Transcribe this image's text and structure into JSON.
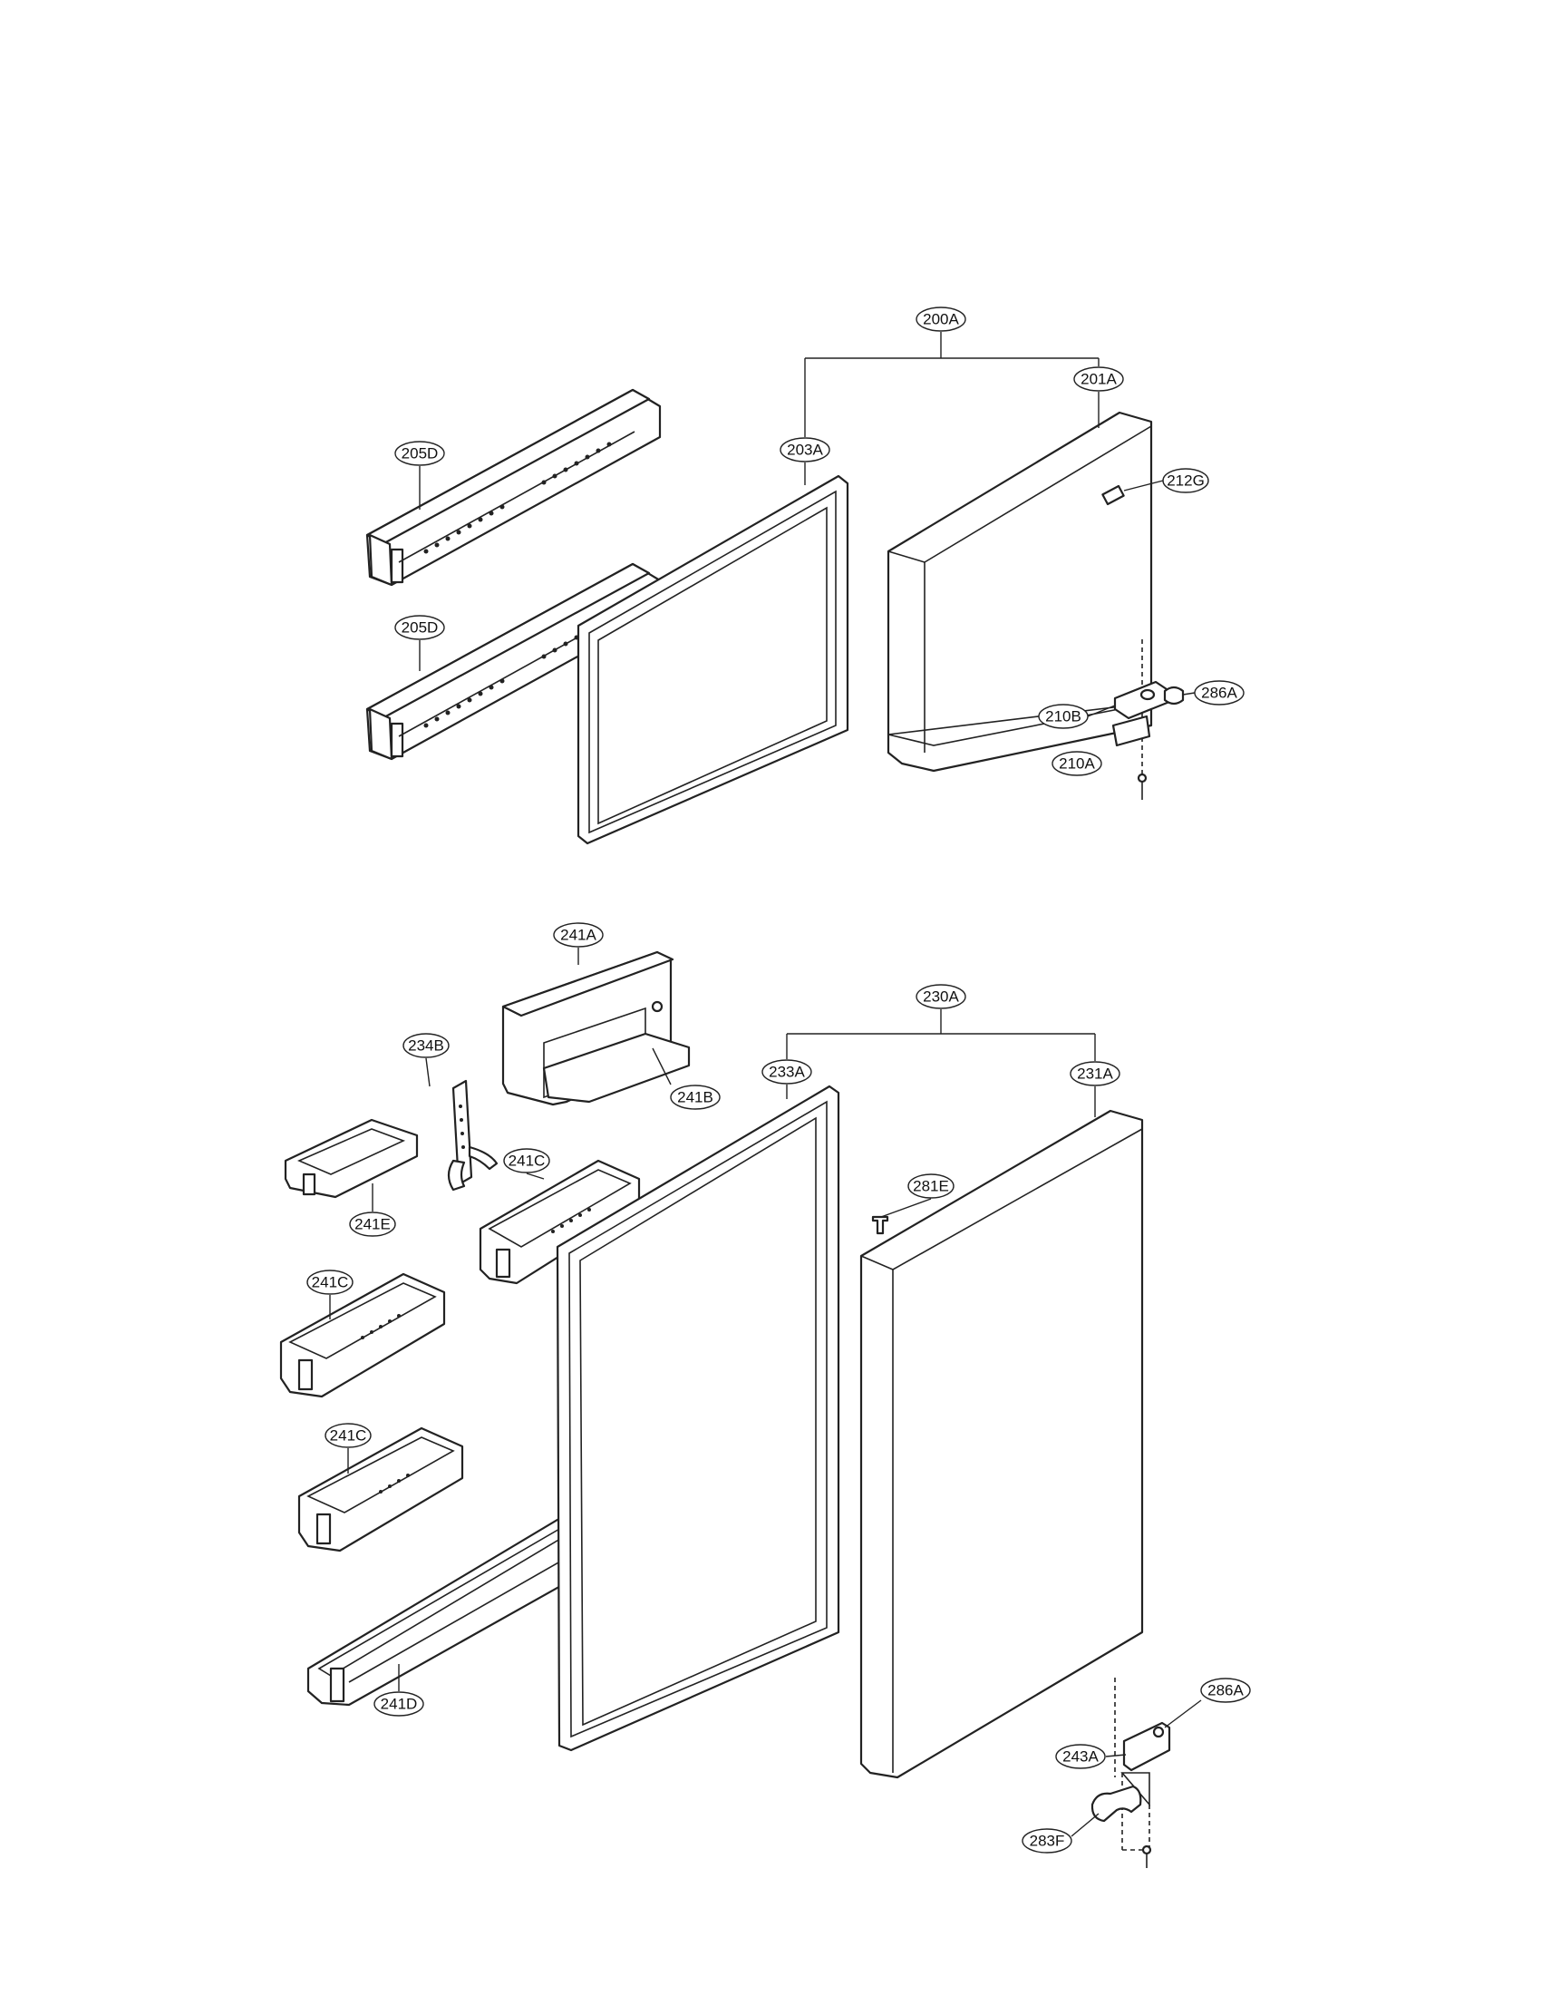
{
  "callouts": {
    "c200A": "200A",
    "c201A": "201A",
    "c203A": "203A",
    "c205D_1": "205D",
    "c205D_2": "205D",
    "c212G": "212G",
    "c286A_1": "286A",
    "c210B": "210B",
    "c210A": "210A",
    "c241A": "241A",
    "c230A": "230A",
    "c234B": "234B",
    "c233A": "233A",
    "c231A": "231A",
    "c241B": "241B",
    "c241C_1": "241C",
    "c241E": "241E",
    "c281E": "281E",
    "c241C_2": "241C",
    "c241C_3": "241C",
    "c241D": "241D",
    "c286A_2": "286A",
    "c243A": "243A",
    "c283F": "283F"
  }
}
